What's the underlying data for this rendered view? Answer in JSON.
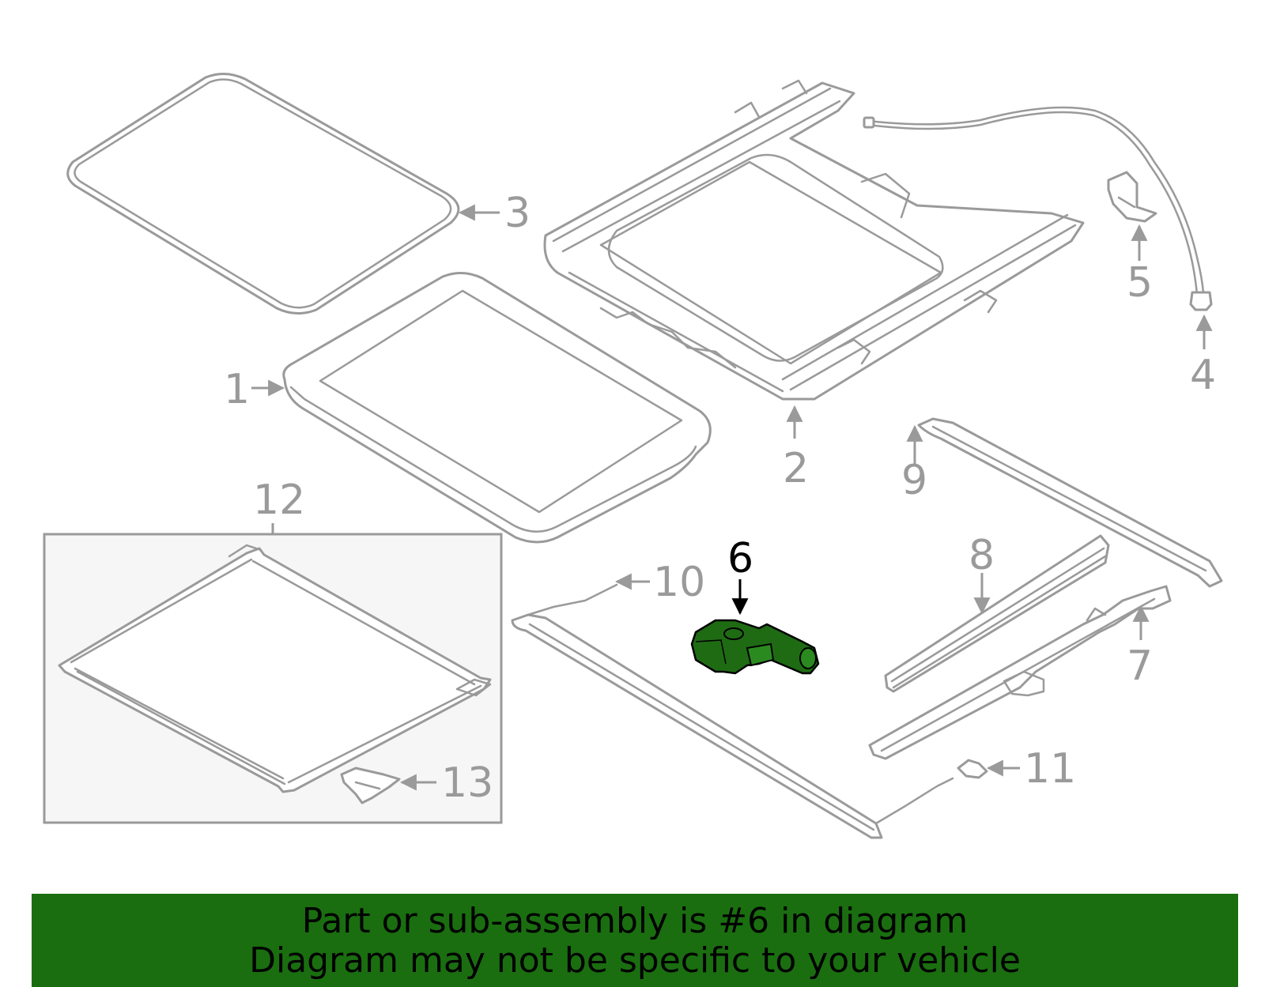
{
  "callouts": {
    "c1": "1",
    "c2": "2",
    "c3": "3",
    "c4": "4",
    "c5": "5",
    "c6": "6",
    "c7": "7",
    "c8": "8",
    "c9": "9",
    "c10": "10",
    "c11": "11",
    "c12": "12",
    "c13": "13"
  },
  "highlight": {
    "part_number": "6",
    "color": "#1f6b14",
    "highlight_label_color": "#000000"
  },
  "colors": {
    "line_gray": "#9a9a9a",
    "banner_bg": "#1a6e10",
    "inset_bg": "#f6f6f6"
  },
  "banner": {
    "line1": "Part or sub-assembly is #6 in diagram",
    "line2": "Diagram may not be specific to your vehicle"
  }
}
